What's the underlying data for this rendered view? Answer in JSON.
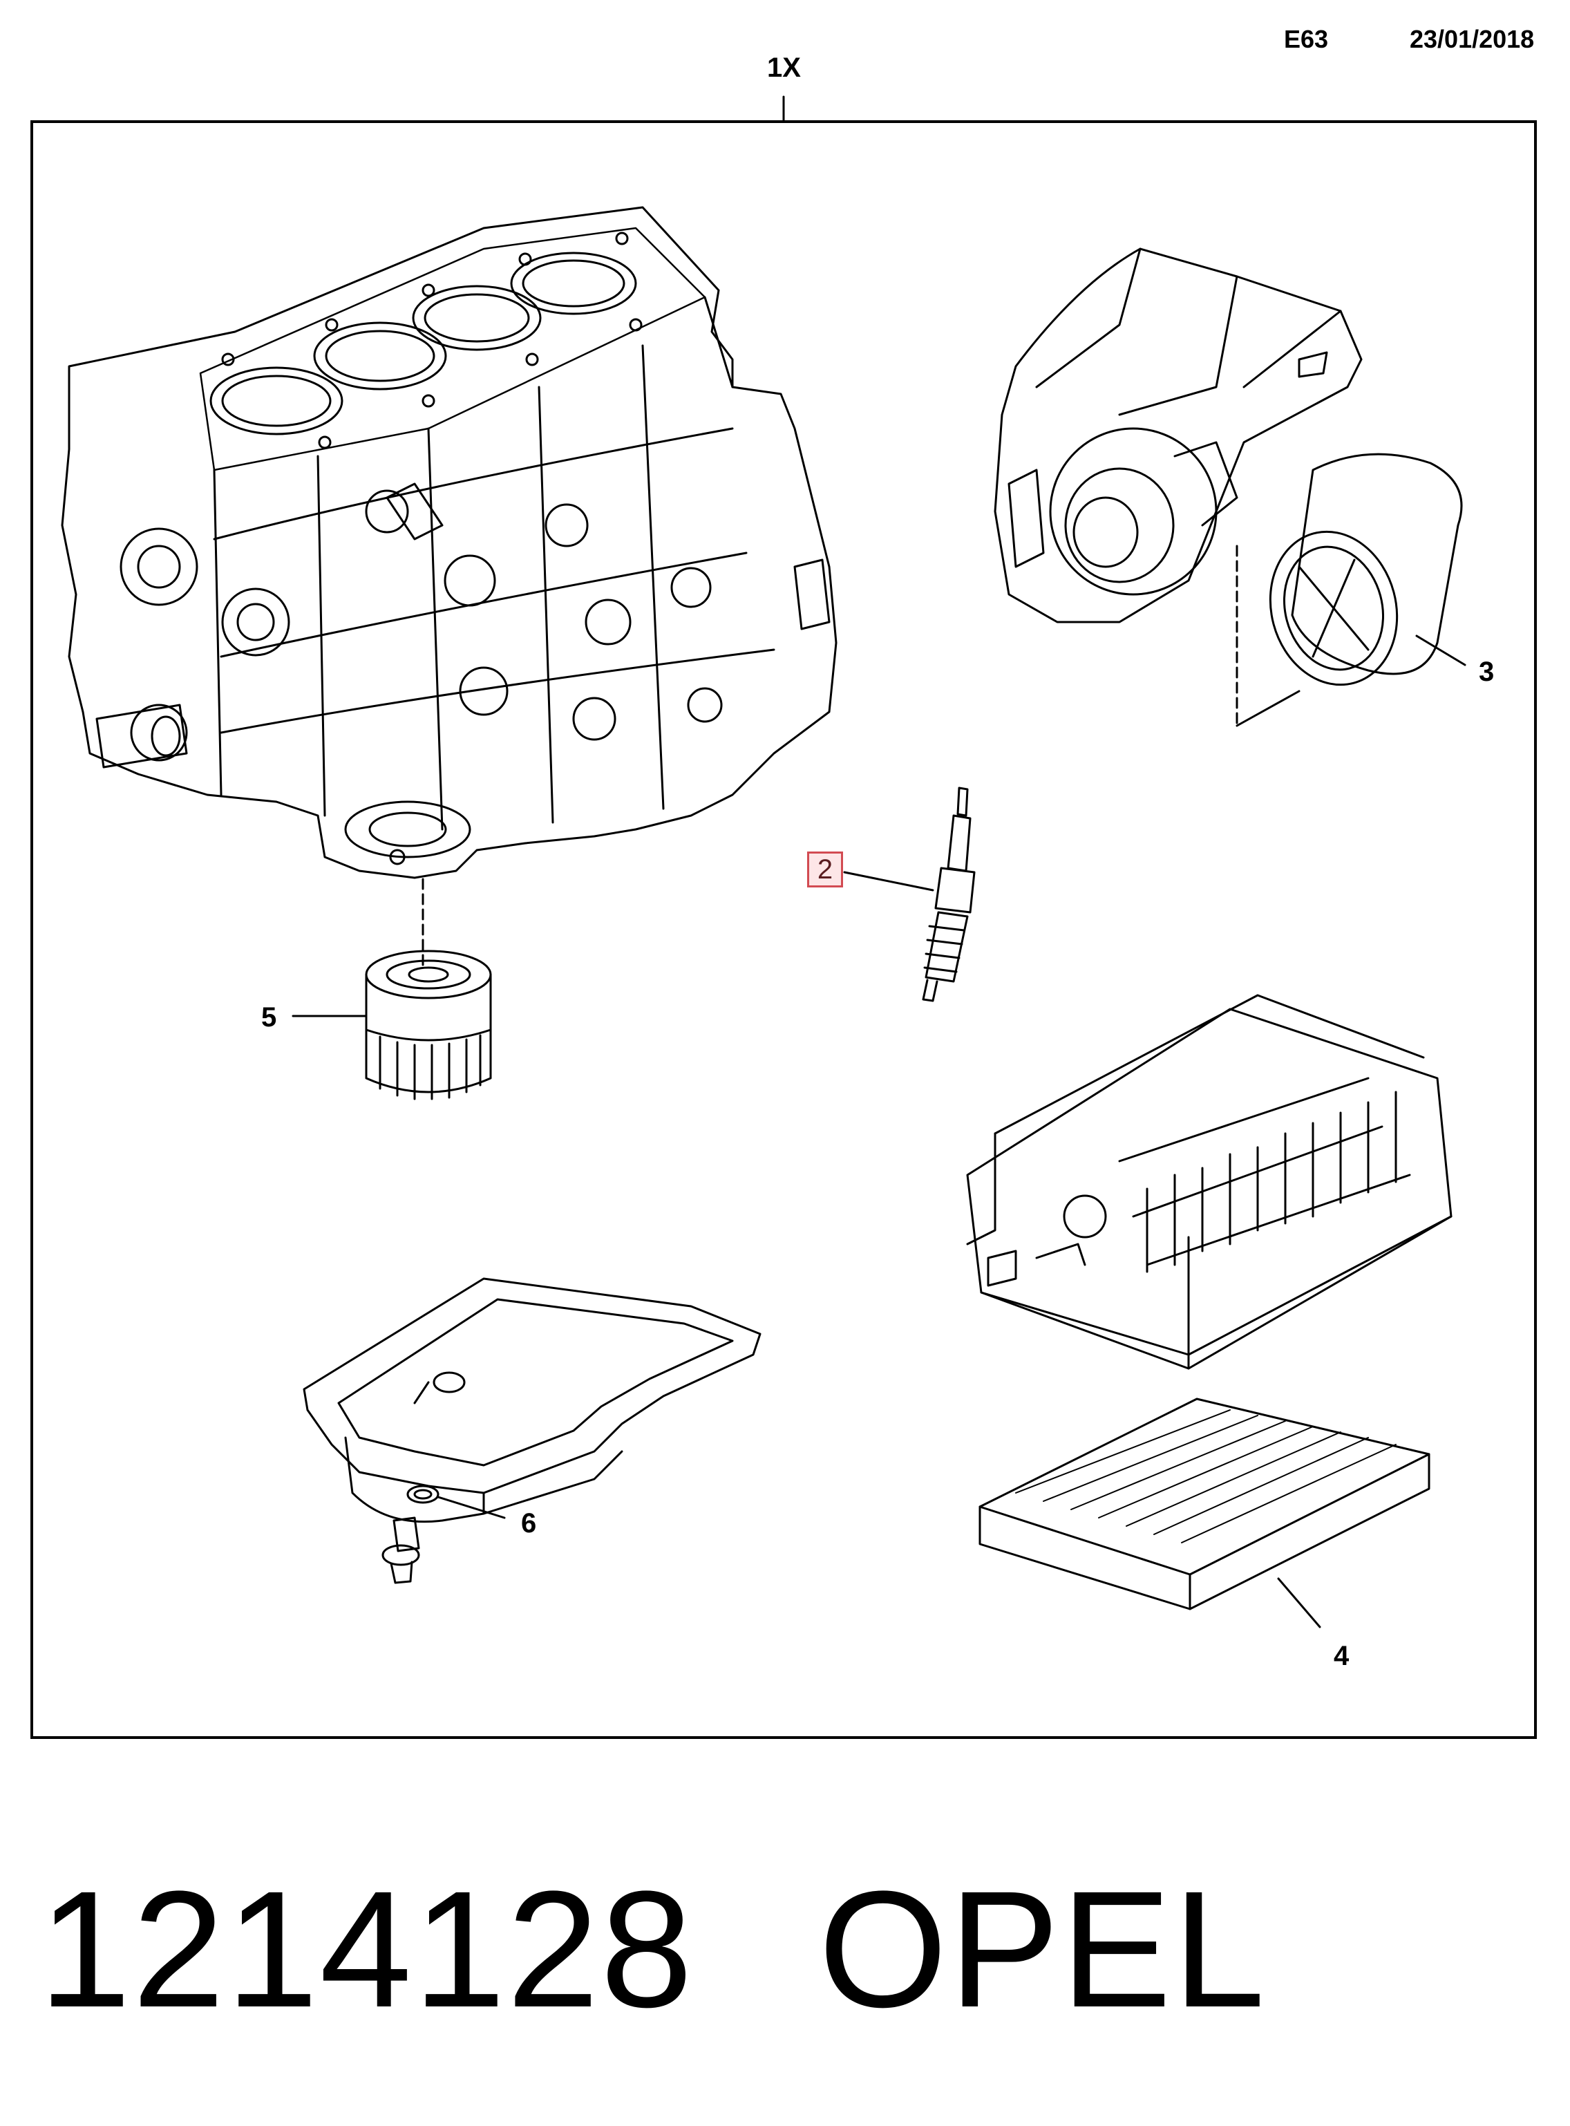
{
  "header": {
    "section_code": "E63",
    "date": "23/01/2018"
  },
  "diagram": {
    "kit_quantity": "1X",
    "callouts": {
      "spark_plug": "2",
      "air_filter": "3",
      "cabin_filter": "4",
      "oil_filter": "5",
      "drain_plug_washer": "6"
    },
    "highlight_color": "#d24b52"
  },
  "footer": {
    "part_number": "1214128",
    "brand": "OPEL"
  }
}
